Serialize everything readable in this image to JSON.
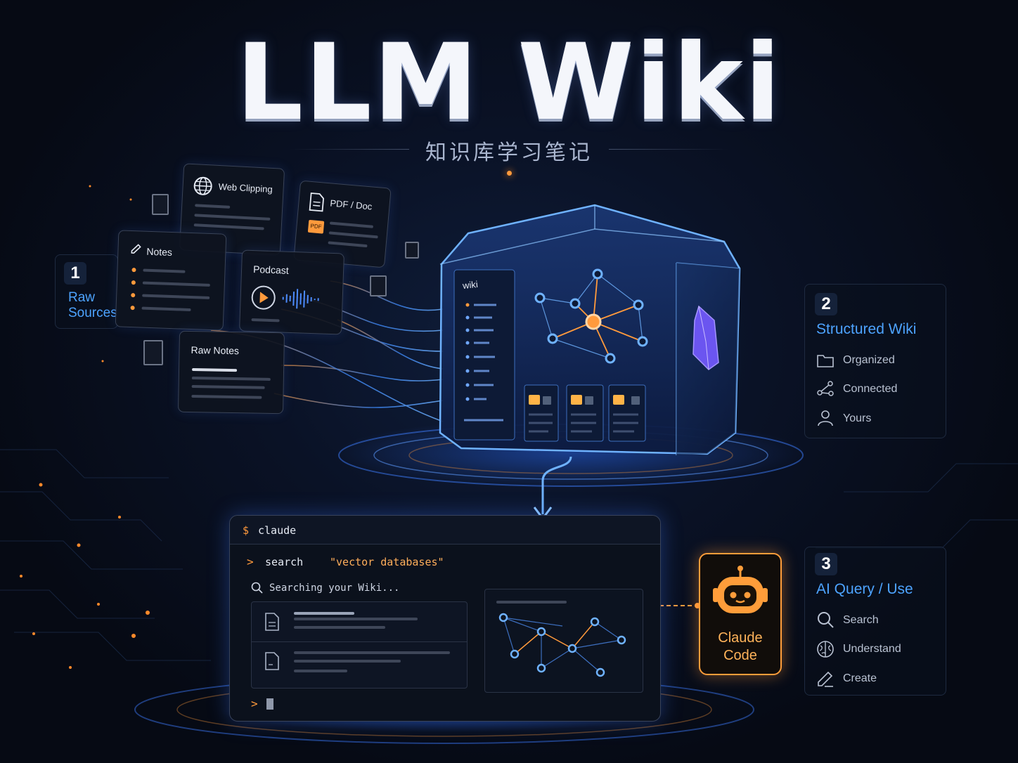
{
  "title": "LLM Wiki",
  "subtitle": "知识库学习笔记",
  "colors": {
    "accent_blue": "#4da3ff",
    "accent_orange": "#ff9a3c",
    "background": "#070b16"
  },
  "sources": {
    "web_clipping": "Web Clipping",
    "pdf_doc": "PDF / Doc",
    "pdf_badge": "PDF",
    "notes": "Notes",
    "podcast": "Podcast",
    "raw_notes": "Raw Notes"
  },
  "steps": [
    {
      "number": "1",
      "title_line1": "Raw",
      "title_line2": "Sources"
    },
    {
      "number": "2",
      "title": "Structured Wiki",
      "items": [
        {
          "label": "Organized",
          "icon": "folder-icon"
        },
        {
          "label": "Connected",
          "icon": "graph-icon"
        },
        {
          "label": "Yours",
          "icon": "user-icon"
        }
      ]
    },
    {
      "number": "3",
      "title": "AI Query / Use",
      "items": [
        {
          "label": "Search",
          "icon": "search-icon"
        },
        {
          "label": "Understand",
          "icon": "brain-icon"
        },
        {
          "label": "Create",
          "icon": "edit-icon"
        }
      ]
    }
  ],
  "wiki_box": {
    "label": "wiki"
  },
  "terminal": {
    "prompt_symbol": "$",
    "command": "claude",
    "input_prefix": ">",
    "input_command": "search",
    "input_query": "\"vector databases\"",
    "status": "Searching your Wiki...",
    "cursor_prompt": ">"
  },
  "robot": {
    "line1": "Claude",
    "line2": "Code"
  }
}
